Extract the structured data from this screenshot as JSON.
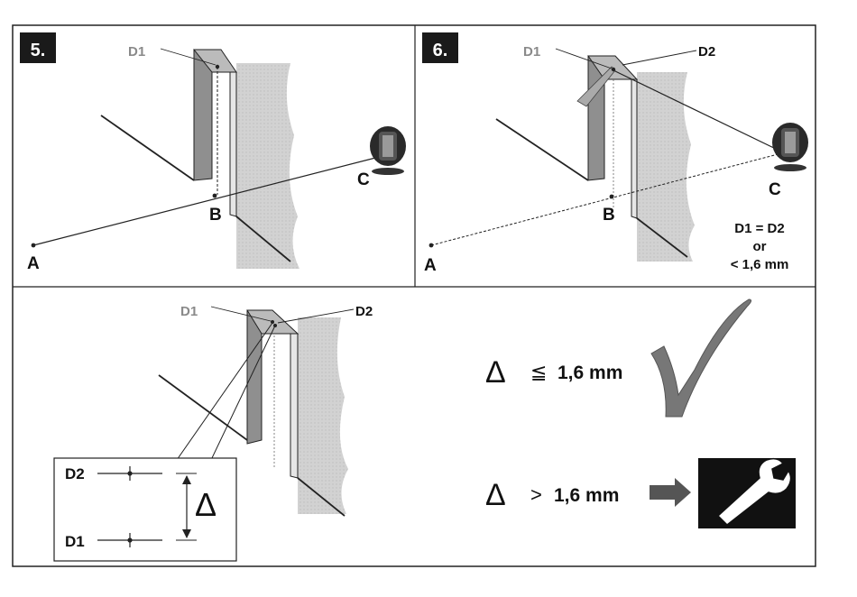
{
  "panel5": {
    "step": "5.",
    "d1": "D1",
    "a": "A",
    "b": "B",
    "c": "C"
  },
  "panel6": {
    "step": "6.",
    "d1": "D1",
    "d2": "D2",
    "a": "A",
    "b": "B",
    "c": "C",
    "condition": [
      "D1 = D2",
      "or",
      "< 1,6 mm"
    ]
  },
  "panel_bottom": {
    "d1": "D1",
    "d2": "D2",
    "inset": {
      "d2": "D2",
      "d1": "D1",
      "delta": "Δ"
    },
    "ok": {
      "delta": "Δ",
      "symbol": "≦",
      "value": "1,6 mm"
    },
    "fail": {
      "delta": "Δ",
      "symbol": ">",
      "value": "1,6 mm"
    }
  },
  "icons": [
    "checkmark-icon",
    "wrench-icon",
    "arrow-right-icon",
    "laser-level-icon"
  ]
}
